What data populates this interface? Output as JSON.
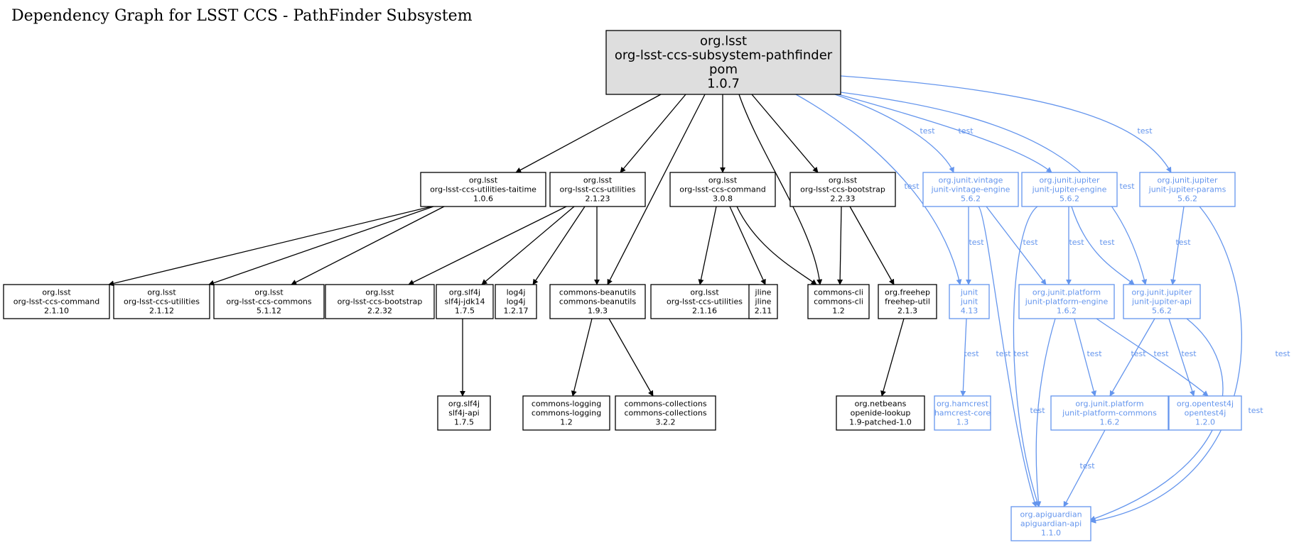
{
  "title": "Dependency Graph for LSST CCS - PathFinder Subsystem",
  "colors": {
    "compile": "#000000",
    "test": "#6495ed",
    "root_fill": "#dedede",
    "node_fill": "#ffffff"
  },
  "nodes": [
    {
      "id": "root",
      "root": true,
      "scope": "compile",
      "lines": [
        "org.lsst",
        "org-lsst-ccs-subsystem-pathfinder",
        "pom",
        "1.0.7"
      ]
    },
    {
      "id": "taitime",
      "scope": "compile",
      "lines": [
        "org.lsst",
        "org-lsst-ccs-utilities-taitime",
        "1.0.6"
      ]
    },
    {
      "id": "util2123",
      "scope": "compile",
      "lines": [
        "org.lsst",
        "org-lsst-ccs-utilities",
        "2.1.23"
      ]
    },
    {
      "id": "cmd308",
      "scope": "compile",
      "lines": [
        "org.lsst",
        "org-lsst-ccs-command",
        "3.0.8"
      ]
    },
    {
      "id": "boot2233",
      "scope": "compile",
      "lines": [
        "org.lsst",
        "org-lsst-ccs-bootstrap",
        "2.2.33"
      ]
    },
    {
      "id": "vintage",
      "scope": "test",
      "lines": [
        "org.junit.vintage",
        "junit-vintage-engine",
        "5.6.2"
      ]
    },
    {
      "id": "jupeng",
      "scope": "test",
      "lines": [
        "org.junit.jupiter",
        "junit-jupiter-engine",
        "5.6.2"
      ]
    },
    {
      "id": "jupparams",
      "scope": "test",
      "lines": [
        "org.junit.jupiter",
        "junit-jupiter-params",
        "5.6.2"
      ]
    },
    {
      "id": "cmd2110",
      "scope": "compile",
      "lines": [
        "org.lsst",
        "org-lsst-ccs-command",
        "2.1.10"
      ]
    },
    {
      "id": "util2112",
      "scope": "compile",
      "lines": [
        "org.lsst",
        "org-lsst-ccs-utilities",
        "2.1.12"
      ]
    },
    {
      "id": "commons5112",
      "scope": "compile",
      "lines": [
        "org.lsst",
        "org-lsst-ccs-commons",
        "5.1.12"
      ]
    },
    {
      "id": "boot2232",
      "scope": "compile",
      "lines": [
        "org.lsst",
        "org-lsst-ccs-bootstrap",
        "2.2.32"
      ]
    },
    {
      "id": "slf4jjdk",
      "scope": "compile",
      "lines": [
        "org.slf4j",
        "slf4j-jdk14",
        "1.7.5"
      ]
    },
    {
      "id": "log4j",
      "scope": "compile",
      "lines": [
        "log4j",
        "log4j",
        "1.2.17"
      ]
    },
    {
      "id": "beanutils",
      "scope": "compile",
      "lines": [
        "commons-beanutils",
        "commons-beanutils",
        "1.9.3"
      ]
    },
    {
      "id": "util2116",
      "scope": "compile",
      "lines": [
        "org.lsst",
        "org-lsst-ccs-utilities",
        "2.1.16"
      ]
    },
    {
      "id": "jline",
      "scope": "compile",
      "lines": [
        "jline",
        "jline",
        "2.11"
      ]
    },
    {
      "id": "cli",
      "scope": "compile",
      "lines": [
        "commons-cli",
        "commons-cli",
        "1.2"
      ]
    },
    {
      "id": "freehep",
      "scope": "compile",
      "lines": [
        "org.freehep",
        "freehep-util",
        "2.1.3"
      ]
    },
    {
      "id": "junit",
      "scope": "test",
      "lines": [
        "junit",
        "junit",
        "4.13"
      ]
    },
    {
      "id": "plateng",
      "scope": "test",
      "lines": [
        "org.junit.platform",
        "junit-platform-engine",
        "1.6.2"
      ]
    },
    {
      "id": "jupapi",
      "scope": "test",
      "lines": [
        "org.junit.jupiter",
        "junit-jupiter-api",
        "5.6.2"
      ]
    },
    {
      "id": "slf4japi",
      "scope": "compile",
      "lines": [
        "org.slf4j",
        "slf4j-api",
        "1.7.5"
      ]
    },
    {
      "id": "logging",
      "scope": "compile",
      "lines": [
        "commons-logging",
        "commons-logging",
        "1.2"
      ]
    },
    {
      "id": "collections",
      "scope": "compile",
      "lines": [
        "commons-collections",
        "commons-collections",
        "3.2.2"
      ]
    },
    {
      "id": "openide",
      "scope": "compile",
      "lines": [
        "org.netbeans",
        "openide-lookup",
        "1.9-patched-1.0"
      ]
    },
    {
      "id": "hamcrest",
      "scope": "test",
      "lines": [
        "org.hamcrest",
        "hamcrest-core",
        "1.3"
      ]
    },
    {
      "id": "platcommons",
      "scope": "test",
      "lines": [
        "org.junit.platform",
        "junit-platform-commons",
        "1.6.2"
      ]
    },
    {
      "id": "opentest",
      "scope": "test",
      "lines": [
        "org.opentest4j",
        "opentest4j",
        "1.2.0"
      ]
    },
    {
      "id": "apiguardian",
      "scope": "test",
      "lines": [
        "org.apiguardian",
        "apiguardian-api",
        "1.1.0"
      ]
    }
  ],
  "edges": [
    {
      "from": "root",
      "to": "taitime",
      "scope": "compile",
      "label": ""
    },
    {
      "from": "root",
      "to": "util2123",
      "scope": "compile",
      "label": ""
    },
    {
      "from": "root",
      "to": "beanutils",
      "scope": "compile",
      "label": ""
    },
    {
      "from": "root",
      "to": "cmd308",
      "scope": "compile",
      "label": ""
    },
    {
      "from": "root",
      "to": "cli",
      "scope": "compile",
      "label": ""
    },
    {
      "from": "root",
      "to": "boot2233",
      "scope": "compile",
      "label": ""
    },
    {
      "from": "root",
      "to": "junit",
      "scope": "test",
      "label": "test"
    },
    {
      "from": "root",
      "to": "vintage",
      "scope": "test",
      "label": "test"
    },
    {
      "from": "root",
      "to": "jupeng",
      "scope": "test",
      "label": "test"
    },
    {
      "from": "root",
      "to": "jupapi",
      "scope": "test",
      "label": "test"
    },
    {
      "from": "root",
      "to": "jupparams",
      "scope": "test",
      "label": "test"
    },
    {
      "from": "taitime",
      "to": "cmd2110",
      "scope": "compile",
      "label": ""
    },
    {
      "from": "taitime",
      "to": "util2112",
      "scope": "compile",
      "label": ""
    },
    {
      "from": "taitime",
      "to": "commons5112",
      "scope": "compile",
      "label": ""
    },
    {
      "from": "util2123",
      "to": "boot2232",
      "scope": "compile",
      "label": ""
    },
    {
      "from": "util2123",
      "to": "slf4jjdk",
      "scope": "compile",
      "label": ""
    },
    {
      "from": "util2123",
      "to": "log4j",
      "scope": "compile",
      "label": ""
    },
    {
      "from": "util2123",
      "to": "beanutils",
      "scope": "compile",
      "label": ""
    },
    {
      "from": "cmd308",
      "to": "util2116",
      "scope": "compile",
      "label": ""
    },
    {
      "from": "cmd308",
      "to": "jline",
      "scope": "compile",
      "label": ""
    },
    {
      "from": "cmd308",
      "to": "cli",
      "scope": "compile",
      "label": ""
    },
    {
      "from": "boot2233",
      "to": "cli",
      "scope": "compile",
      "label": ""
    },
    {
      "from": "boot2233",
      "to": "freehep",
      "scope": "compile",
      "label": ""
    },
    {
      "from": "slf4jjdk",
      "to": "slf4japi",
      "scope": "compile",
      "label": ""
    },
    {
      "from": "beanutils",
      "to": "logging",
      "scope": "compile",
      "label": ""
    },
    {
      "from": "beanutils",
      "to": "collections",
      "scope": "compile",
      "label": ""
    },
    {
      "from": "freehep",
      "to": "openide",
      "scope": "compile",
      "label": ""
    },
    {
      "from": "vintage",
      "to": "junit",
      "scope": "test",
      "label": "test"
    },
    {
      "from": "vintage",
      "to": "plateng",
      "scope": "test",
      "label": "test"
    },
    {
      "from": "vintage",
      "to": "apiguardian",
      "scope": "test",
      "label": "test"
    },
    {
      "from": "jupeng",
      "to": "plateng",
      "scope": "test",
      "label": "test"
    },
    {
      "from": "jupeng",
      "to": "jupapi",
      "scope": "test",
      "label": "test"
    },
    {
      "from": "jupeng",
      "to": "apiguardian",
      "scope": "test",
      "label": "test"
    },
    {
      "from": "jupparams",
      "to": "jupapi",
      "scope": "test",
      "label": "test"
    },
    {
      "from": "jupparams",
      "to": "apiguardian",
      "scope": "test",
      "label": "test"
    },
    {
      "from": "junit",
      "to": "hamcrest",
      "scope": "test",
      "label": "test"
    },
    {
      "from": "plateng",
      "to": "platcommons",
      "scope": "test",
      "label": "test"
    },
    {
      "from": "plateng",
      "to": "opentest",
      "scope": "test",
      "label": "test"
    },
    {
      "from": "plateng",
      "to": "apiguardian",
      "scope": "test",
      "label": "test"
    },
    {
      "from": "jupapi",
      "to": "platcommons",
      "scope": "test",
      "label": "test"
    },
    {
      "from": "jupapi",
      "to": "opentest",
      "scope": "test",
      "label": "test"
    },
    {
      "from": "jupapi",
      "to": "apiguardian",
      "scope": "test",
      "label": "test"
    },
    {
      "from": "platcommons",
      "to": "apiguardian",
      "scope": "test",
      "label": "test"
    }
  ]
}
